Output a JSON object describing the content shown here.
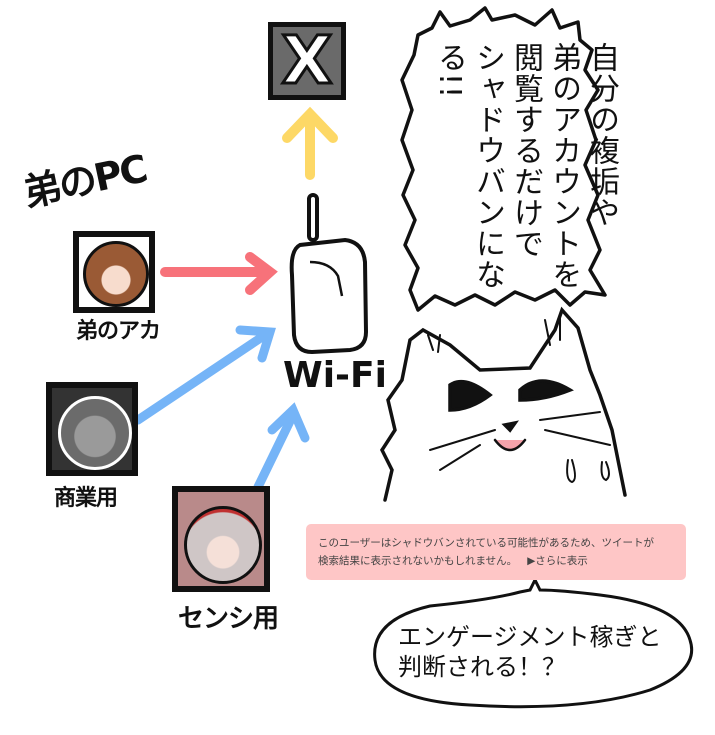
{
  "pc_title": "弟のPC",
  "accounts": [
    {
      "label": "弟のアカ",
      "avatar": "anime-girl-brown-hair",
      "arrow_color": "#f7727a"
    },
    {
      "label": "商業用",
      "avatar": "gray-cat-grayscale",
      "arrow_color": "#75b4f7"
    },
    {
      "label": "センシ用",
      "avatar": "chibi-girl-silver-hair-red-eyes",
      "arrow_color": "#75b4f7"
    }
  ],
  "router": {
    "label": "Wi-Fi",
    "icon": "wifi-router-icon"
  },
  "destination": {
    "glyph": "X",
    "icon": "x-logo-icon",
    "arrow_color": "#fdd866"
  },
  "shout_bubble": {
    "columns": [
      "自分の複垢や",
      "弟のアカウントを",
      "閲覧するだけで",
      "シャドウバンになる!!"
    ]
  },
  "notice": {
    "line1": "このユーザーはシャドウバンされている可能性があるため、ツイートが",
    "line2": "検索結果に表示されないかもしれません。",
    "more_link": "▶さらに表示",
    "bg_color": "#fec6c6"
  },
  "speech_bubble": {
    "line1": "エンゲージメント稼ぎと",
    "line2": "判断される！？"
  }
}
